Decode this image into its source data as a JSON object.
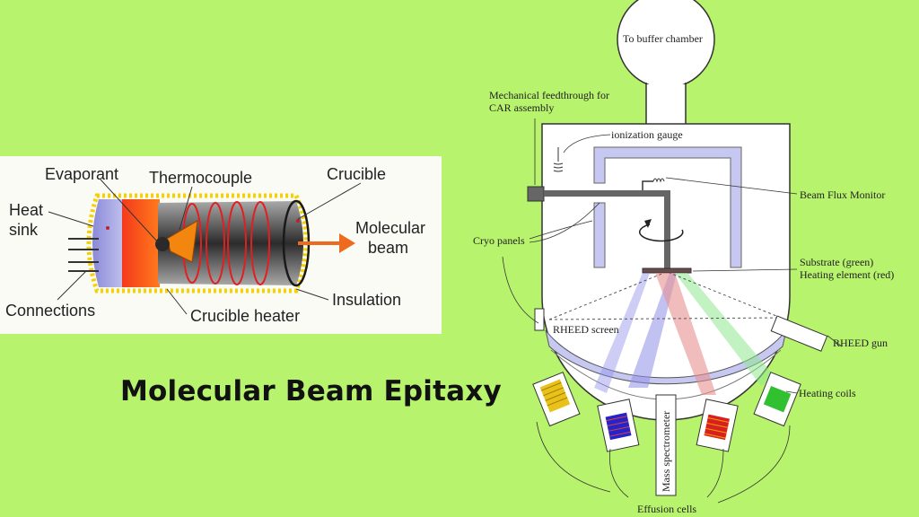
{
  "title": "Molecular Beam Epitaxy",
  "left_diagram": {
    "labels": {
      "evaporant": "Evaporant",
      "thermocouple": "Thermocouple",
      "crucible": "Crucible",
      "heat_sink_1": "Heat",
      "heat_sink_2": "sink",
      "molecular_beam_1": "Molecular",
      "molecular_beam_2": "beam",
      "connections": "Connections",
      "crucible_heater": "Crucible heater",
      "insulation": "Insulation"
    }
  },
  "right_diagram": {
    "labels": {
      "buffer_chamber": "To buffer chamber",
      "feedthrough_1": "Mechanical feedthrough for",
      "feedthrough_2": "CAR assembly",
      "ionization_gauge": "ionization gauge",
      "beam_flux_monitor": "Beam Flux Monitor",
      "cryo_panels": "Cryo panels",
      "substrate": "Substrate (green)",
      "heating_element": "Heating element (red)",
      "rheed_screen": "RHEED screen",
      "rheed_gun": "RHEED gun",
      "heating_coils": "Heating coils",
      "mass_spectrometer": "Mass spectrometer",
      "effusion_cells": "Effusion cells"
    }
  },
  "colors": {
    "background": "#b7f36c",
    "cryo_panel": "#c7c8f2",
    "beam_blue": "#9090e8",
    "beam_red": "#e89090",
    "beam_green": "#90e890",
    "cell_yellow": "#e8c21a",
    "cell_blue": "#2424c8",
    "cell_red": "#d82020",
    "cell_green": "#30c030",
    "arrow_orange": "#ee6a1e"
  }
}
